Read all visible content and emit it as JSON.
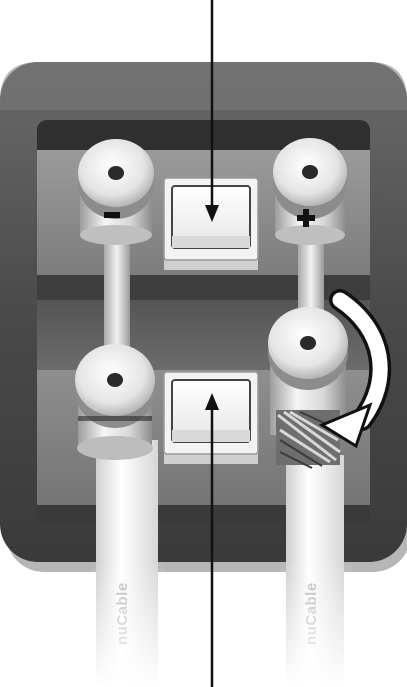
{
  "terminals": {
    "negative_sign": "−",
    "positive_sign": "+"
  },
  "cables": {
    "left_label": "nuCable",
    "right_label": "nuCable"
  },
  "arrows": {
    "top": "pointing down to upper switch",
    "bottom": "pointing up to lower switch",
    "curved": "clockwise rotation arrow at lower right terminal"
  },
  "icons": [
    "arrow-down-icon",
    "arrow-up-icon",
    "rotate-clockwise-icon"
  ],
  "colors": {
    "housing": "#4f4f4f",
    "panel_light": "#8c8c8c",
    "panel_dark": "#5a5a5a",
    "terminal": "#e6e6e6",
    "arrow": "#111111",
    "curved_arrow": "#ffffff"
  }
}
